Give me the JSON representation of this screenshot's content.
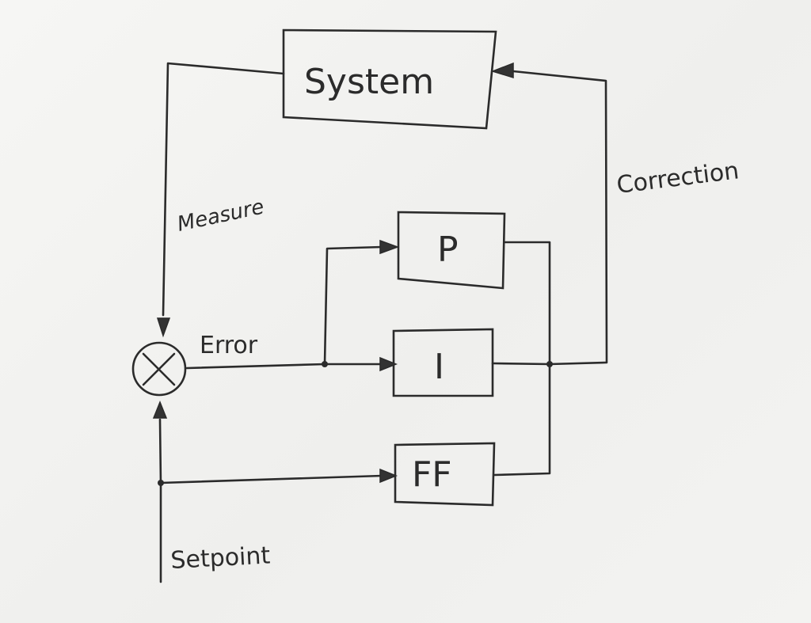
{
  "diagram": {
    "blocks": {
      "system": "System",
      "p": "P",
      "i": "I",
      "ff": "FF"
    },
    "signals": {
      "measure": "Measure",
      "error": "Error",
      "correction": "Correction",
      "setpoint": "Setpoint"
    },
    "ink_color": "#2b2b2b"
  }
}
